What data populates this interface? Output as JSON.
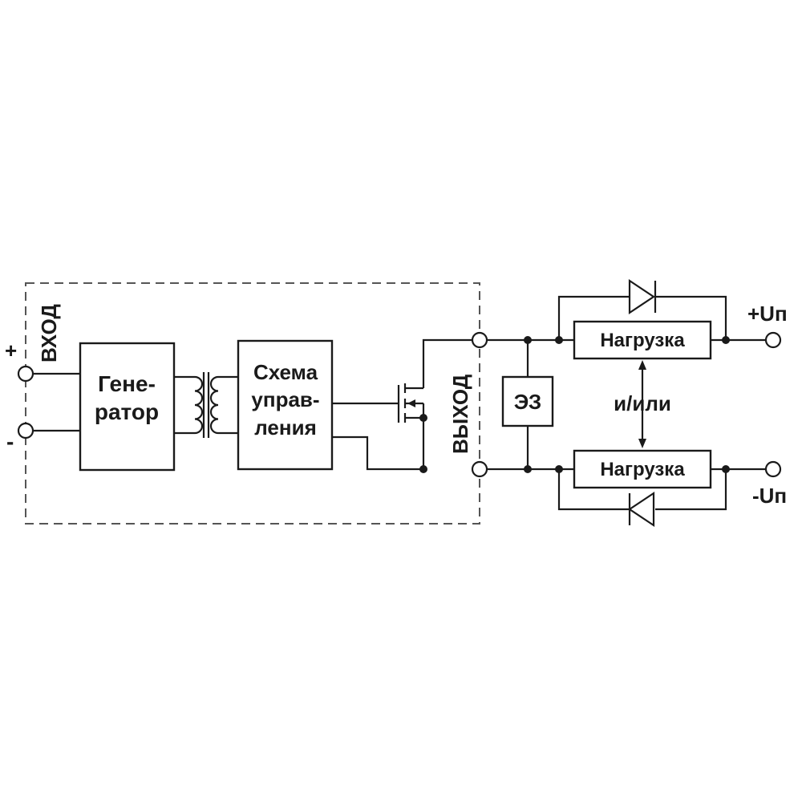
{
  "input": {
    "label": "ВХОД",
    "plus": "+",
    "minus": "-"
  },
  "output": {
    "label": "ВЫХОД"
  },
  "generator": {
    "line1": "Гене-",
    "line2": "ратор"
  },
  "control": {
    "line1": "Схема",
    "line2": "управ-",
    "line3": "ления"
  },
  "protection": {
    "label": "ЭЗ"
  },
  "loads": {
    "top": "Нагрузка",
    "bottom": "Нагрузка",
    "between": "и/или"
  },
  "supply": {
    "plus": "+Uп",
    "minus": "-Uп"
  }
}
